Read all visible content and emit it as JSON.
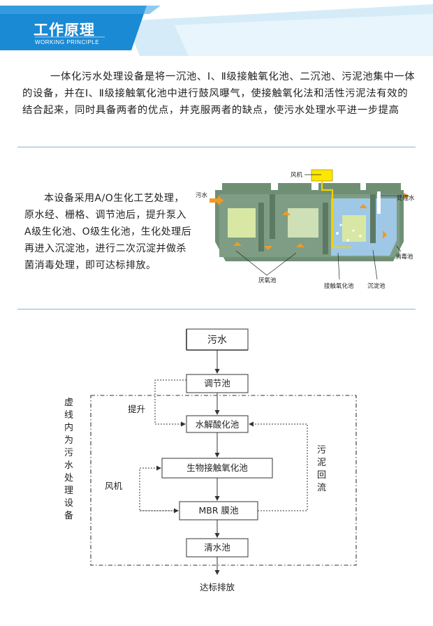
{
  "header": {
    "title": "工作原理",
    "subtitle": "WORKING PRINCIPLE"
  },
  "intro": {
    "text": "一体化污水处理设备是将一沉池、Ⅰ、Ⅱ级接触氧化池、二沉池、污泥池集中一体的设备，并在Ⅰ、Ⅱ级接触氧化池中进行鼓风曝气，使接触氧化法和活性污泥法有效的结合起来，同时具备两者的优点，并克服两者的缺点，使污水处理水平进一步提高"
  },
  "process": {
    "text": "本设备采用A/O生化工艺处理，原水经、栅格、调节池后，提升泵入A级生化池、O级生化池，生化处理后再进入沉淀池，进行二次沉淀并做杀菌消毒处理，即可达标排放。"
  },
  "tank_diagram": {
    "fan": "风机",
    "inlet": "污水",
    "outlet": "处理水",
    "anaerobic": "厌氧池",
    "contact_oxidation": "接触氧化池",
    "sedimentation": "沉淀池",
    "disinfection": "消毒池"
  },
  "flowchart": {
    "sewage": "污水",
    "regulating": "调节池",
    "lift": "提升",
    "hydrolysis": "水解酸化池",
    "bio_contact": "生物接触氧化池",
    "mbr": "MBR 膜池",
    "clear_water": "清水池",
    "discharge": "达标排放",
    "fan": "风机",
    "sludge_return": [
      "污",
      "泥",
      "回",
      "流"
    ],
    "dashed_note": [
      "虚",
      "线",
      "内",
      "为",
      "污",
      "水",
      "处",
      "理",
      "设",
      "备"
    ]
  },
  "colors": {
    "banner_dark": "#1a8ad4",
    "banner_light": "#bfe1f5",
    "divider": "#7fb6df",
    "tank_wall": "#6f8f75",
    "tank_water": "#9ec8e6",
    "fan_box": "#ffe600"
  }
}
